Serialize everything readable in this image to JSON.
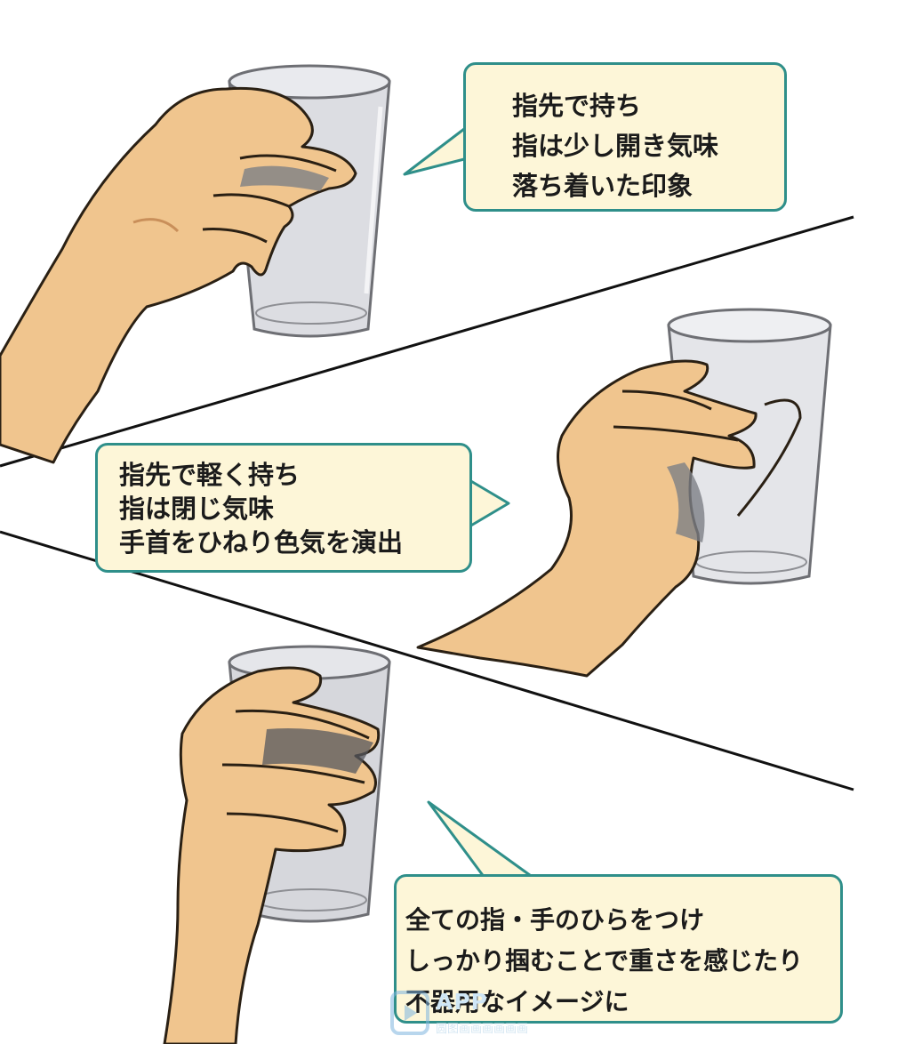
{
  "bubbles": {
    "top": {
      "lines": [
        "指先で持ち",
        "指は少し開き気味",
        "落ち着いた印象"
      ]
    },
    "middle": {
      "lines": [
        "指先で軽く持ち",
        "指は閉じ気味",
        "手首をひねり色気を演出"
      ]
    },
    "bottom": {
      "lines": [
        "全ての指・手のひらをつけ",
        "しっかり掴むことで重さを感じたり",
        "不器用なイメージに"
      ]
    }
  },
  "watermark": {
    "title": "APP",
    "subtitle": "圆图画画画画画画"
  },
  "colors": {
    "bubble_fill": "#fdf6d8",
    "bubble_border": "#2f8f8a",
    "skin": "#f0c58e",
    "skin_shadow": "#c98f5a",
    "glass": "#dcdde2",
    "glass_line": "#6e6f74"
  }
}
